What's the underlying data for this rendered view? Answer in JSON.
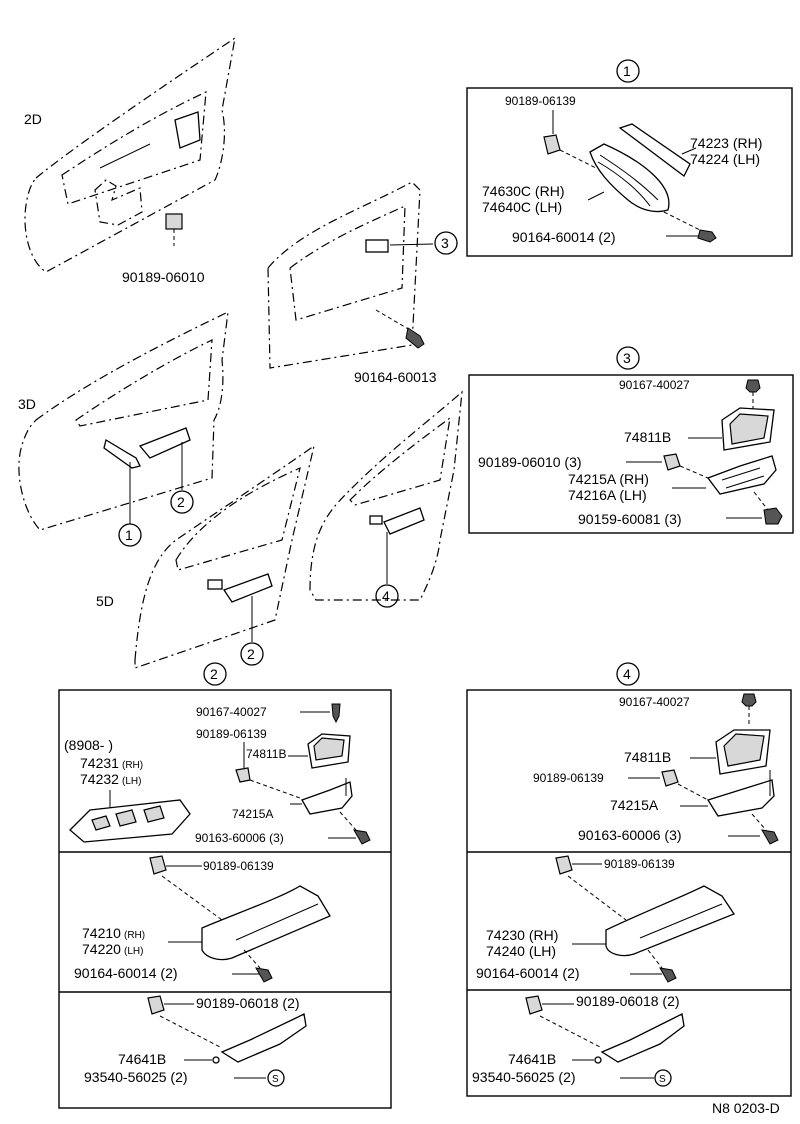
{
  "door_variants": {
    "d2": "2D",
    "d3": "3D",
    "d5": "5D"
  },
  "overview": {
    "clip_2d": "90189-06010",
    "screw_2d": "90164-60013",
    "callouts": [
      "1",
      "2",
      "3",
      "4"
    ]
  },
  "detail_1": {
    "ref": "1",
    "labels": [
      "90189-06139",
      "74223 (RH)",
      "74224 (LH)",
      "74630C (RH)",
      "74640C (LH)",
      "90164-60014 (2)"
    ]
  },
  "detail_3": {
    "ref": "3",
    "labels": [
      "90167-40027",
      "74811B",
      "90189-06010 (3)",
      "74215A (RH)",
      "74216A (LH)",
      "90159-60081 (3)"
    ]
  },
  "detail_2": {
    "ref": "2",
    "date_note": "(8908-       )",
    "labels_top": [
      "74231",
      "(RH)",
      "74232",
      "(LH)",
      "90167-40027",
      "90189-06139",
      "74811B",
      "74215A",
      "90163-60006 (3)"
    ],
    "labels_mid": [
      "90189-06139",
      "74210",
      "(RH)",
      "74220",
      "(LH)",
      "90164-60014 (2)"
    ],
    "labels_bot": [
      "90189-06018 (2)",
      "74641B",
      "93540-56025 (2)",
      "S"
    ]
  },
  "detail_4": {
    "ref": "4",
    "labels_top": [
      "90167-40027",
      "74811B",
      "90189-06139",
      "74215A",
      "90163-60006 (3)"
    ],
    "labels_mid": [
      "90189-06139",
      "74230 (RH)",
      "74240 (LH)",
      "90164-60014 (2)"
    ],
    "labels_bot": [
      "90189-06018 (2)",
      "74641B",
      "93540-56025 (2)",
      "S"
    ]
  },
  "footer_code": "N8  0203-D",
  "colors": {
    "ink": "#000000",
    "paper": "#ffffff",
    "part_shade": "#d8d8d8"
  }
}
